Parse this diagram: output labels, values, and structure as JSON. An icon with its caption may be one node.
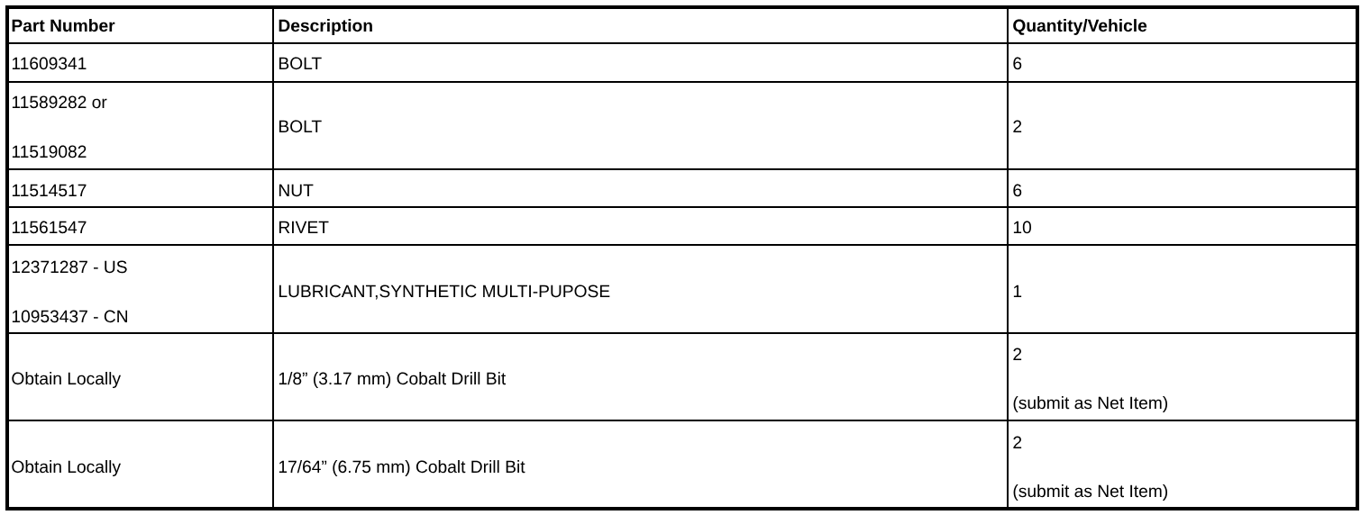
{
  "diagram": {
    "labels": [
      "Part Number",
      "Description",
      "Quantity/Vehicle",
      "11609341",
      "BOLT",
      "6",
      "11589282 or",
      "11519082",
      "BOLT",
      "2",
      "11514517",
      "NUT",
      "6",
      "11561547",
      "RIVET",
      "10",
      "12371287 - US",
      "10953437 - CN",
      "LUBRICANT,SYNTHETIC MULTI-PUPOSE",
      "1",
      "Obtain Locally",
      "1/8” (3.17 mm) Cobalt Drill Bit",
      "2",
      "(submit as Net Item)",
      "Obtain Locally",
      "17/64” (6.75 mm) Cobalt Drill Bit",
      "2",
      "(submit as Net Item)"
    ]
  }
}
